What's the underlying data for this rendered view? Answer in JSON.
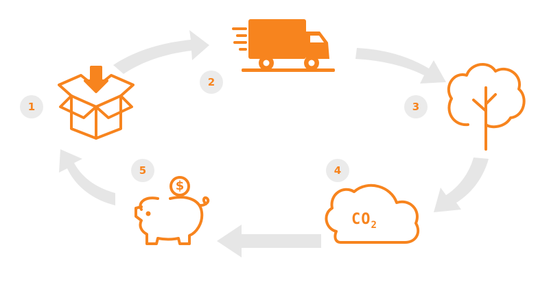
{
  "colors": {
    "accent": "#F7841E",
    "arrow": "#E6E6E6",
    "badge_bg": "#EBEBEB",
    "badge_text": "#F7841E"
  },
  "steps": [
    {
      "number": "1",
      "icon": "package-receive-icon"
    },
    {
      "number": "2",
      "icon": "delivery-truck-icon"
    },
    {
      "number": "3",
      "icon": "tree-icon"
    },
    {
      "number": "4",
      "icon": "co2-cloud-icon"
    },
    {
      "number": "5",
      "icon": "piggy-bank-icon"
    }
  ],
  "co2": {
    "main": "CO",
    "sub": "2"
  }
}
